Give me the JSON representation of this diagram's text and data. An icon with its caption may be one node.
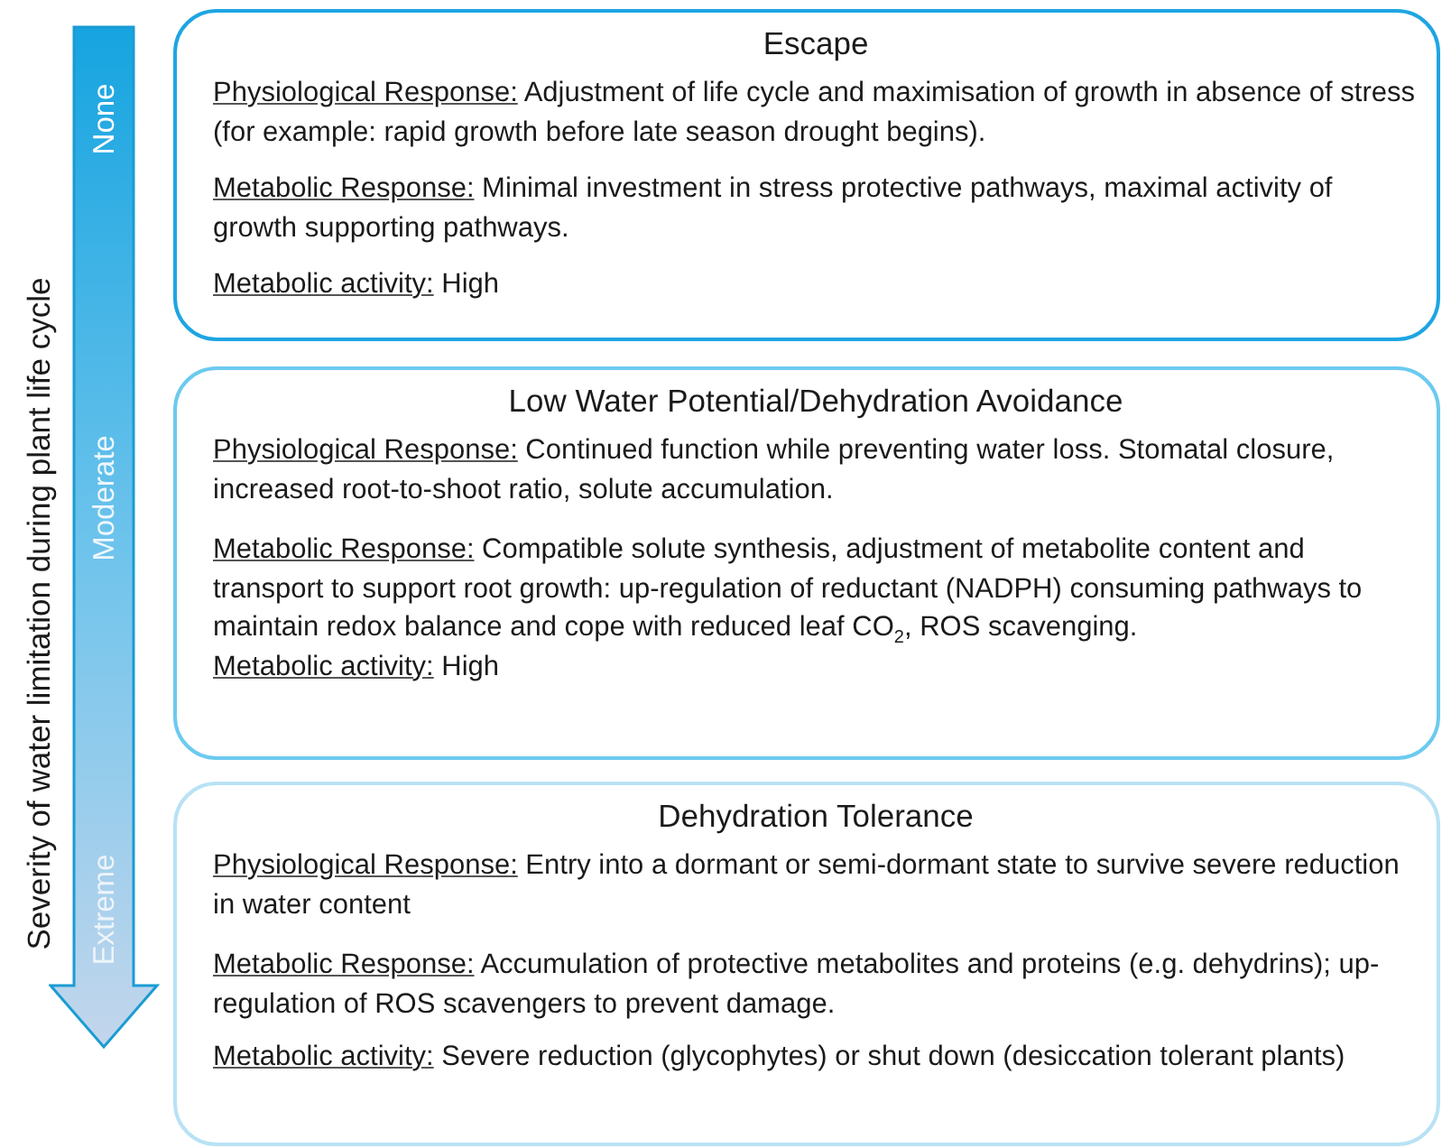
{
  "diagram": {
    "nodes": [
      {
        "text": [
          "Escape",
          "Physiological Response: Adjustment of life cycle and maximisation of growth in absence of stress (for example: rapid growth before late season drought begins).",
          "Metabolic Response: Minimal investment in stress protective pathways, maximal activity of growth supporting pathways.",
          "Metabolic activity: High"
        ]
      },
      {
        "text": [
          "Low Water Potential/Dehydration Avoidance",
          "Physiological Response: Continued function while preventing water loss. Stomatal closure, increased root-to-shoot ratio, solute accumulation.",
          "Metabolic Response: Compatible solute synthesis, adjustment of metabolite content and transport to support root growth: up-regulation of reductant (NADPH) consuming pathways to maintain redox balance and cope with reduced leaf CO$_{2}$, ROS scavenging.",
          "Metabolic activity: High"
        ]
      },
      {
        "text": [
          "Dehydration Tolerance",
          "Physiological Response: Entry into a dormant or semi-dormant state to survive severe reduction in water content",
          "Metabolic Response: Accumulation of protective metabolites and proteins (e.g. dehydrins); up-regulation of ROS scavengers to prevent damage.",
          "Metabolic activity: Severe reduction (glycophytes) or shut down (desiccation tolerant plants)"
        ]
      }
    ],
    "labels": [
      "Severity of water limitation during plant life cycle",
      "None",
      "Moderate",
      "Extreme"
    ]
  }
}
